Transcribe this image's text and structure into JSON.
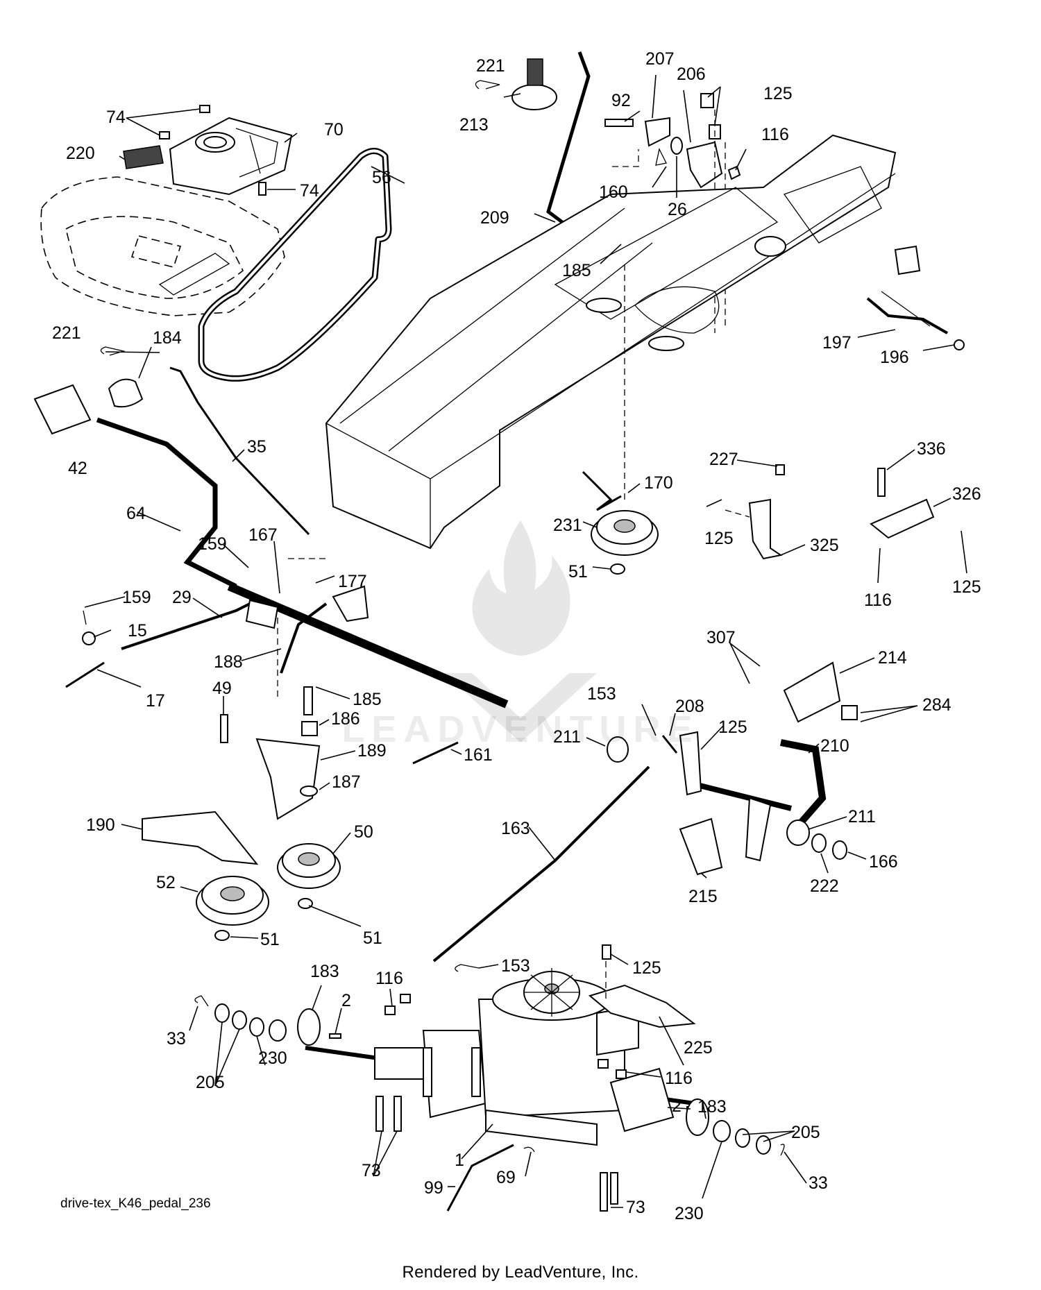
{
  "caption": "drive-tex_K46_pedal_236",
  "footer": "Rendered by LeadVenture, Inc.",
  "watermark_text": "LEADVENTURE",
  "callouts": [
    {
      "id": "c221a",
      "label": "221"
    },
    {
      "id": "c213",
      "label": "213"
    },
    {
      "id": "c209",
      "label": "209"
    },
    {
      "id": "c207",
      "label": "207"
    },
    {
      "id": "c206",
      "label": "206"
    },
    {
      "id": "c125a",
      "label": "125"
    },
    {
      "id": "c92",
      "label": "92"
    },
    {
      "id": "c116a",
      "label": "116"
    },
    {
      "id": "c160",
      "label": "160"
    },
    {
      "id": "c26",
      "label": "26"
    },
    {
      "id": "c74a",
      "label": "74"
    },
    {
      "id": "c70",
      "label": "70"
    },
    {
      "id": "c220",
      "label": "220"
    },
    {
      "id": "c74b",
      "label": "74"
    },
    {
      "id": "c56",
      "label": "56"
    },
    {
      "id": "c185a",
      "label": "185"
    },
    {
      "id": "c197",
      "label": "197"
    },
    {
      "id": "c196",
      "label": "196"
    },
    {
      "id": "c221b",
      "label": "221"
    },
    {
      "id": "c184",
      "label": "184"
    },
    {
      "id": "c42",
      "label": "42"
    },
    {
      "id": "c35",
      "label": "35"
    },
    {
      "id": "c64",
      "label": "64"
    },
    {
      "id": "c159a",
      "label": "159"
    },
    {
      "id": "c167",
      "label": "167"
    },
    {
      "id": "c177",
      "label": "177"
    },
    {
      "id": "c159b",
      "label": "159"
    },
    {
      "id": "c29",
      "label": "29"
    },
    {
      "id": "c15",
      "label": "15"
    },
    {
      "id": "c17",
      "label": "17"
    },
    {
      "id": "c188",
      "label": "188"
    },
    {
      "id": "c170",
      "label": "170"
    },
    {
      "id": "c231",
      "label": "231"
    },
    {
      "id": "c51a",
      "label": "51"
    },
    {
      "id": "c227",
      "label": "227"
    },
    {
      "id": "c125b",
      "label": "125"
    },
    {
      "id": "c325",
      "label": "325"
    },
    {
      "id": "c336",
      "label": "336"
    },
    {
      "id": "c326",
      "label": "326"
    },
    {
      "id": "c116b",
      "label": "116"
    },
    {
      "id": "c125c",
      "label": "125"
    },
    {
      "id": "c307",
      "label": "307"
    },
    {
      "id": "c214",
      "label": "214"
    },
    {
      "id": "c284",
      "label": "284"
    },
    {
      "id": "c49",
      "label": "49"
    },
    {
      "id": "c185b",
      "label": "185"
    },
    {
      "id": "c186",
      "label": "186"
    },
    {
      "id": "c189",
      "label": "189"
    },
    {
      "id": "c187",
      "label": "187"
    },
    {
      "id": "c161",
      "label": "161"
    },
    {
      "id": "c153a",
      "label": "153"
    },
    {
      "id": "c208",
      "label": "208"
    },
    {
      "id": "c125d",
      "label": "125"
    },
    {
      "id": "c211a",
      "label": "211"
    },
    {
      "id": "c210",
      "label": "210"
    },
    {
      "id": "c190",
      "label": "190"
    },
    {
      "id": "c50",
      "label": "50"
    },
    {
      "id": "c163",
      "label": "163"
    },
    {
      "id": "c211b",
      "label": "211"
    },
    {
      "id": "c52",
      "label": "52"
    },
    {
      "id": "c166",
      "label": "166"
    },
    {
      "id": "c222",
      "label": "222"
    },
    {
      "id": "c215",
      "label": "215"
    },
    {
      "id": "c51b",
      "label": "51"
    },
    {
      "id": "c51c",
      "label": "51"
    },
    {
      "id": "c183a",
      "label": "183"
    },
    {
      "id": "c116c",
      "label": "116"
    },
    {
      "id": "c153b",
      "label": "153"
    },
    {
      "id": "c125e",
      "label": "125"
    },
    {
      "id": "c2a",
      "label": "2"
    },
    {
      "id": "c33a",
      "label": "33"
    },
    {
      "id": "c205a",
      "label": "205"
    },
    {
      "id": "c230a",
      "label": "230"
    },
    {
      "id": "c225",
      "label": "225"
    },
    {
      "id": "c116d",
      "label": "116"
    },
    {
      "id": "c73a",
      "label": "73"
    },
    {
      "id": "c1",
      "label": "1"
    },
    {
      "id": "c2b",
      "label": "2"
    },
    {
      "id": "c183b",
      "label": "183"
    },
    {
      "id": "c205b",
      "label": "205"
    },
    {
      "id": "c33b",
      "label": "33"
    },
    {
      "id": "c99",
      "label": "99"
    },
    {
      "id": "c69",
      "label": "69"
    },
    {
      "id": "c73b",
      "label": "73"
    },
    {
      "id": "c230b",
      "label": "230"
    }
  ]
}
